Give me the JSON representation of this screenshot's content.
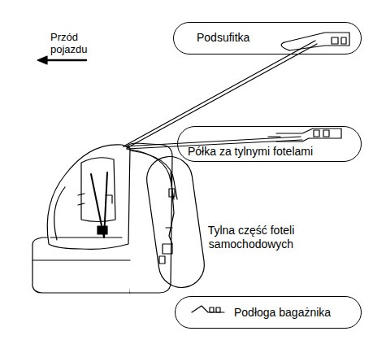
{
  "diagram": {
    "nodes": [
      {
        "text": [
          "Podsufitka"
        ]
      },
      {
        "text": [
          "Półka za tylnymi fotelami"
        ]
      },
      {
        "text": [
          "Tylna część foteli samochodowych"
        ]
      },
      {
        "text": [
          "Podłoga bagażnika"
        ]
      }
    ],
    "labels": [
      "Przód pojazdu"
    ]
  }
}
